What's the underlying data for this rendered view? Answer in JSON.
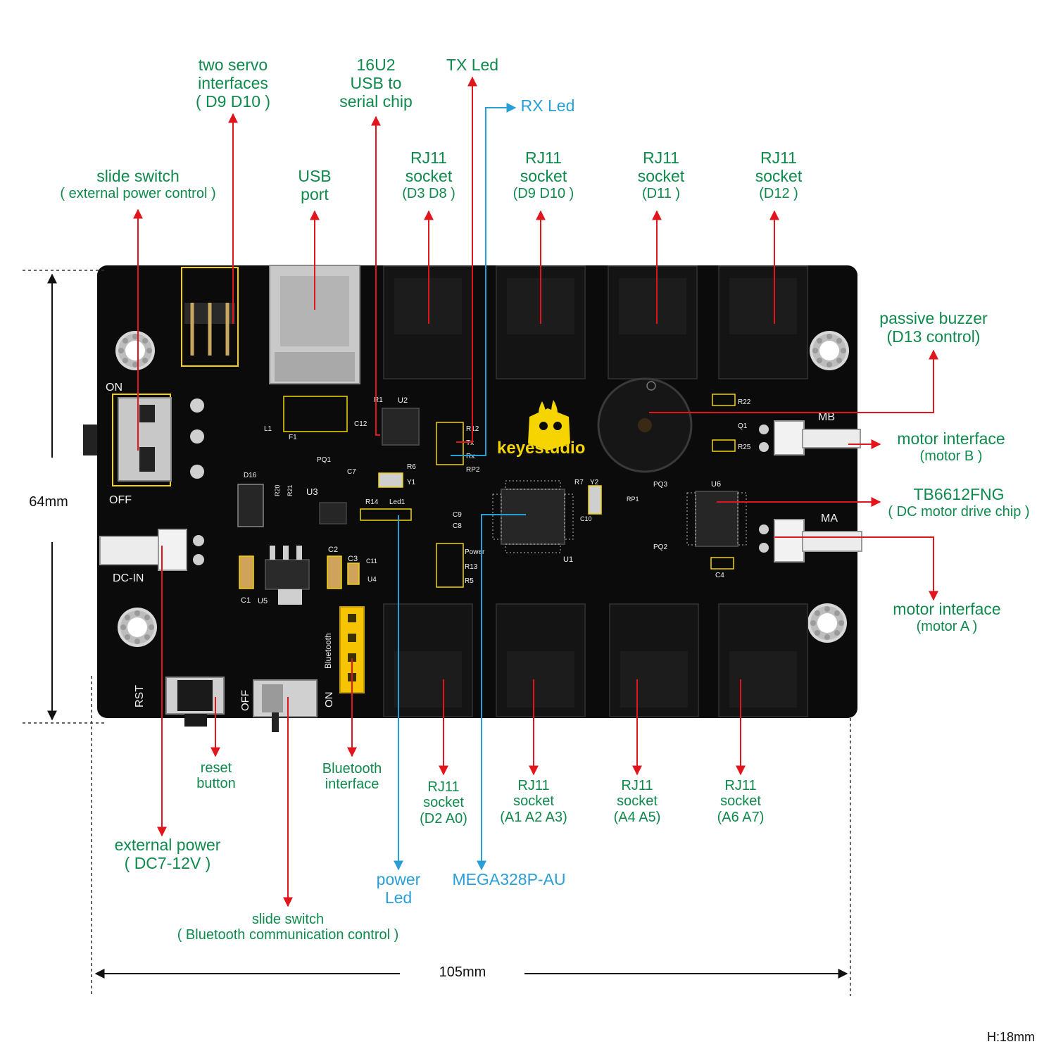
{
  "labels": {
    "servo": {
      "l1": "two servo",
      "l2": "interfaces",
      "l3": "( D9 D10 )"
    },
    "usb_chip": {
      "l1": "16U2",
      "l2": "USB to",
      "l3": "serial chip"
    },
    "tx_led": {
      "l1": "TX Led"
    },
    "rx_led": {
      "l1": "RX Led"
    },
    "slide_switch_power": {
      "l1": "slide switch",
      "l2": "( external power control )"
    },
    "usb_port": {
      "l1": "USB",
      "l2": "port"
    },
    "rj11_d3d8": {
      "l1": "RJ11",
      "l2": "socket",
      "l3": "(D3 D8 )"
    },
    "rj11_d9d10": {
      "l1": "RJ11",
      "l2": "socket",
      "l3": "(D9 D10 )"
    },
    "rj11_d11": {
      "l1": "RJ11",
      "l2": "socket",
      "l3": "(D11 )"
    },
    "rj11_d12": {
      "l1": "RJ11",
      "l2": "socket",
      "l3": "(D12 )"
    },
    "buzzer": {
      "l1": "passive buzzer",
      "l2": "(D13 control)"
    },
    "motor_b": {
      "l1": "motor interface",
      "l2": "(motor B )"
    },
    "driver_chip": {
      "l1": "TB6612FNG",
      "l2": "( DC motor drive chip )"
    },
    "motor_a": {
      "l1": "motor interface",
      "l2": "(motor A )"
    },
    "reset": {
      "l1": "reset",
      "l2": "button"
    },
    "bluetooth_if": {
      "l1": "Bluetooth",
      "l2": "interface"
    },
    "rj11_d2a0": {
      "l1": "RJ11",
      "l2": "socket",
      "l3": "(D2 A0)"
    },
    "rj11_a1a2a3": {
      "l1": "RJ11",
      "l2": "socket",
      "l3": "(A1 A2 A3)"
    },
    "rj11_a4a5": {
      "l1": "RJ11",
      "l2": "socket",
      "l3": "(A4 A5)"
    },
    "rj11_a6a7": {
      "l1": "RJ11",
      "l2": "socket",
      "l3": "(A6 A7)"
    },
    "ext_power": {
      "l1": "external power",
      "l2": "( DC7-12V )"
    },
    "power_led": {
      "l1": "power",
      "l2": "Led"
    },
    "mcu": {
      "l1": "MEGA328P-AU"
    },
    "slide_switch_bt": {
      "l1": "slide switch",
      "l2": "( Bluetooth communication control )"
    }
  },
  "dimensions": {
    "height": "64mm",
    "width": "105mm",
    "thickness": "H:18mm"
  },
  "board_text": {
    "brand": "keyestudio",
    "on": "ON",
    "off": "OFF",
    "dc_in": "DC-IN",
    "rst": "RST",
    "bt_off": "OFF",
    "bt_on": "ON",
    "bluetooth": "Bluetooth",
    "mb": "MB",
    "ma": "MA",
    "u1": "U1",
    "u2": "U2",
    "u3": "U3",
    "u4": "U4",
    "u5": "U5",
    "u6": "U6",
    "r1": "R1",
    "r12": "R12",
    "tx": "Tx",
    "rx": "Rx",
    "rp2": "RP2",
    "r6": "R6",
    "y1": "Y1",
    "r7": "R7",
    "y2": "Y2",
    "c9": "C9",
    "c8": "C8",
    "power": "Power",
    "r13": "R13",
    "r5": "R5",
    "r14": "R14",
    "led1": "Led1",
    "d16": "D16",
    "r20": "R20",
    "r21": "R21",
    "c1": "C1",
    "c2": "C2",
    "c3": "C3",
    "c7": "C7",
    "pq1": "PQ1",
    "pq2": "PQ2",
    "pq3": "PQ3",
    "rp1": "RP1",
    "r22": "R22",
    "q1": "Q1",
    "r25": "R25",
    "c4": "C4",
    "c10": "C10",
    "l1": "L1",
    "f1": "F1",
    "c12": "C12",
    "c11": "C11"
  },
  "colors": {
    "board": "#0b0b0b",
    "silkscreen": "#f5d400",
    "arrow_red": "#e0161c",
    "arrow_blue": "#2a9fd6",
    "text_green": "#0f8a4c",
    "text_blue": "#2a9fd6"
  },
  "icons": [
    "rj11-socket",
    "usb-b-port",
    "buzzer",
    "chip",
    "mounting-hole",
    "pin-header",
    "slide-switch",
    "jst-connector",
    "tact-switch",
    "yellow-female-header"
  ]
}
